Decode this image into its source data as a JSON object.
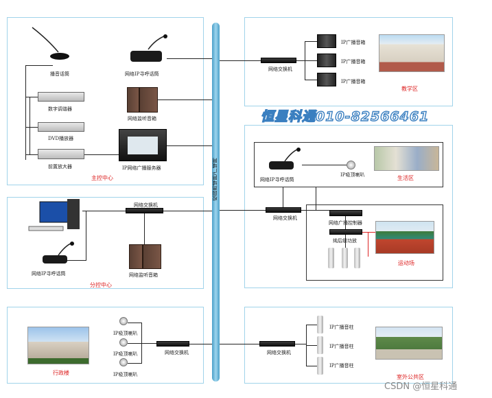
{
  "backbone": {
    "label": "校园局域网/广域网"
  },
  "watermark": "恒星科通010-82566461",
  "credit": "CSDN @恒星科通",
  "main_center": {
    "title": "主控中心",
    "broadcast_mic": "播音话筒",
    "ip_paging_mic": "网络IP寻呼话筒",
    "digital_tuner": "数字调谐器",
    "monitor_speaker": "网络监听音箱",
    "dvd_player": "DVD播放器",
    "preamp": "前置放大器",
    "ip_server": "IP网络广播服务器"
  },
  "branch_center": {
    "title": "分控中心",
    "switch": "网络交换机",
    "ip_paging_mic": "网络IP寻呼话筒",
    "monitor_speaker": "网络监听音箱"
  },
  "admin_zone": {
    "title": "行政楼",
    "horn1": "IP吸顶喇叭",
    "horn2": "IP吸顶喇叭",
    "horn3": "IP吸顶喇叭",
    "switch": "网络交换机"
  },
  "teaching_zone": {
    "title": "教学区",
    "switch": "网络交换机",
    "speaker1": "IP广播音箱",
    "speaker2": "IP广播音箱",
    "speaker3": "IP广播音箱"
  },
  "living_zone": {
    "title": "生活区",
    "paging_mic": "网络IP寻呼话筒",
    "ceiling_speaker": "IP吸顶喇叭",
    "switch": "网络交换机",
    "bc_controller": "网络广播控制器",
    "amplifier": "纯后级功放",
    "sports_title": "运动场"
  },
  "outdoor_zone": {
    "title": "室外公共区",
    "switch": "网络交换机",
    "column1": "IP广播音柱",
    "column2": "IP广播音柱",
    "column3": "IP广播音柱"
  }
}
